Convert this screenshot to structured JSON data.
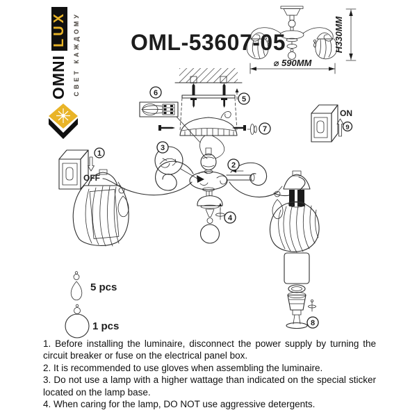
{
  "brand": {
    "wordmark_top": "OMNI",
    "wordmark_bottom": "LUX",
    "tagline": "СВЕТ КАЖДОМУ"
  },
  "model": "OML-53607-05",
  "overview": {
    "diameter_label": "⌀ 590MM",
    "height_label": "H330MM"
  },
  "switches": {
    "off_label": "OFF",
    "on_label": "ON"
  },
  "callouts": [
    "1",
    "2",
    "3",
    "4",
    "5",
    "6",
    "7",
    "8",
    "9"
  ],
  "parts": {
    "drop_qty": "5 pcs",
    "ball_qty": "1 pcs"
  },
  "instructions": {
    "item1": "1. Before installing the luminaire, disconnect the power supply by turning the circuit breaker or fuse on the electrical panel box.",
    "item2": "2. It is recommended to use gloves when assembling the luminaire.",
    "item3": "3. Do not use a lamp with a higher wattage than indicated on the special sticker located on the lamp base.",
    "item4": "4. When caring for the lamp, DO NOT use aggressive detergents."
  },
  "colors": {
    "accent_gold": "#e9b427",
    "ink": "#1d1d1d"
  }
}
